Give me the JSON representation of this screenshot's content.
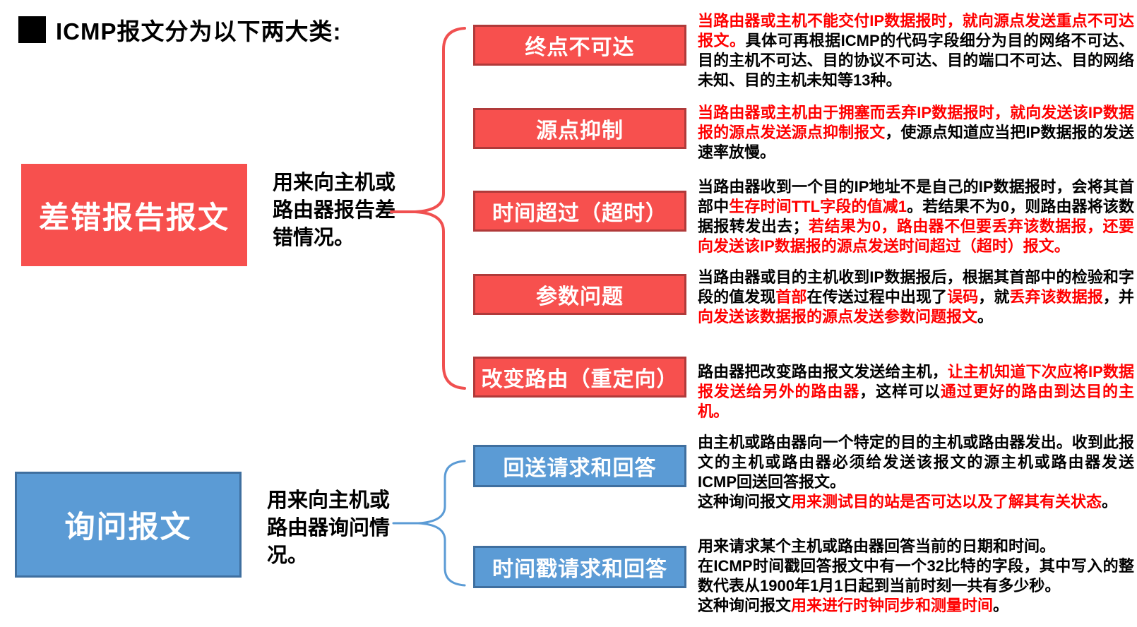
{
  "title": "ICMP报文分为以下两大类:",
  "colors": {
    "error_box_fill": "#f7504e",
    "error_box_border": "#b03a3a",
    "query_box_fill": "#5b9bd5",
    "query_box_border": "#3f6f9f",
    "highlight_text": "#ff0000",
    "body_text": "#000000",
    "error_brace": "#f05050",
    "query_brace": "#5b9bd5"
  },
  "categories": [
    {
      "label": "差错报告报文",
      "purpose": "用来向主机或路由器报告差错情况。",
      "types": [
        {
          "label": "终点不可达",
          "description": [
            {
              "t": "当路由器或主机不能交付IP数据报时，就向源点发送重点不可达报文。",
              "c": "red"
            },
            {
              "t": "具体可再根据ICMP的代码字段细分为目的网络不可达、目的主机不可达、目的协议不可达、目的端口不可达、目的网络未知、目的主机未知等13种。",
              "c": "black"
            }
          ]
        },
        {
          "label": "源点抑制",
          "description": [
            {
              "t": "当路由器或主机由于拥塞而丢弃IP数据报时，就向发送该IP数据报的源点发送源点抑制报文",
              "c": "red"
            },
            {
              "t": "，使源点知道应当把IP数据报的发送速率放慢。",
              "c": "black"
            }
          ]
        },
        {
          "label": "时间超过（超时）",
          "description": [
            {
              "t": "当路由器收到一个目的IP地址不是自己的IP数据报时，会将其首部中",
              "c": "black"
            },
            {
              "t": "生存时间TTL字段的值减1",
              "c": "red"
            },
            {
              "t": "。若结果不为0，则路由器将该数据报转发出去；",
              "c": "black"
            },
            {
              "t": "若结果为0，路由器不但要丢弃该数据报，还要向发送该IP数据报的源点发送时间超过（超时）报文。",
              "c": "red"
            }
          ]
        },
        {
          "label": "参数问题",
          "description": [
            {
              "t": "当路由器或目的主机收到IP数据报后，根据其首部中的检验和字段的值发现",
              "c": "black"
            },
            {
              "t": "首部",
              "c": "red"
            },
            {
              "t": "在传送过程中出现了",
              "c": "black"
            },
            {
              "t": "误码",
              "c": "red"
            },
            {
              "t": "，就",
              "c": "black"
            },
            {
              "t": "丢弃该数据报",
              "c": "red"
            },
            {
              "t": "，并",
              "c": "black"
            },
            {
              "t": "向发送该数据报的源点发送参数问题报文",
              "c": "red"
            },
            {
              "t": "。",
              "c": "black"
            }
          ]
        },
        {
          "label": "改变路由（重定向）",
          "description": [
            {
              "t": "路由器把改变路由报文发送给主机，",
              "c": "black"
            },
            {
              "t": "让主机知道下次应将IP数据报发送给另外的路由器",
              "c": "red"
            },
            {
              "t": "，这样可以",
              "c": "black"
            },
            {
              "t": "通过更好的路由到达目的主机。",
              "c": "red"
            }
          ]
        }
      ]
    },
    {
      "label": "询问报文",
      "purpose": "用来向主机或路由器询问情况。",
      "types": [
        {
          "label": "回送请求和回答",
          "description": [
            {
              "t": "由主机或路由器向一个特定的目的主机或路由器发出。收到此报文的主机或路由器必须给发送该报文的源主机或路由器发送ICMP回送回答报文。",
              "c": "black",
              "br": true
            },
            {
              "t": "这种询问报文",
              "c": "black"
            },
            {
              "t": "用来测试目的站是否可达以及了解其有关状态",
              "c": "red"
            },
            {
              "t": "。",
              "c": "black"
            }
          ]
        },
        {
          "label": "时间戳请求和回答",
          "description": [
            {
              "t": "用来请求某个主机或路由器回答当前的日期和时间。",
              "c": "black",
              "br": true
            },
            {
              "t": "在ICMP时间戳回答报文中有一个32比特的字段，其中写入的整数代表从1900年1月1日起到当前时刻一共有多少秒。",
              "c": "black",
              "br": true
            },
            {
              "t": "这种询问报文",
              "c": "black"
            },
            {
              "t": "用来进行时钟同步和测量时间",
              "c": "red"
            },
            {
              "t": "。",
              "c": "black"
            }
          ]
        }
      ]
    }
  ]
}
